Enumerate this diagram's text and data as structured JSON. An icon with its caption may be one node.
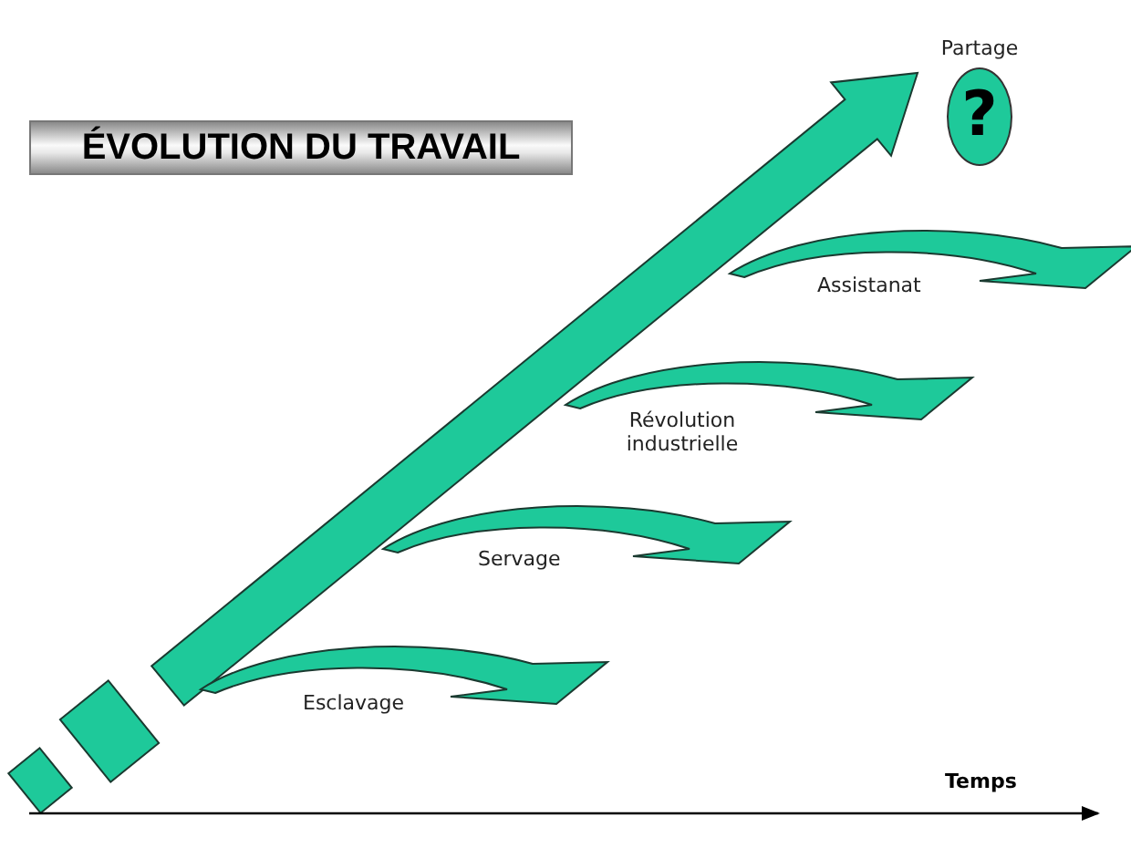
{
  "diagram": {
    "title": "ÉVOLUTION DU TRAVAIL",
    "nodes": [
      {
        "text": [
          "Partage",
          "?"
        ]
      }
    ],
    "labels": [
      "Assistanat",
      "Révolution industrielle",
      "Servage",
      "Esclavage",
      "Temps"
    ]
  }
}
